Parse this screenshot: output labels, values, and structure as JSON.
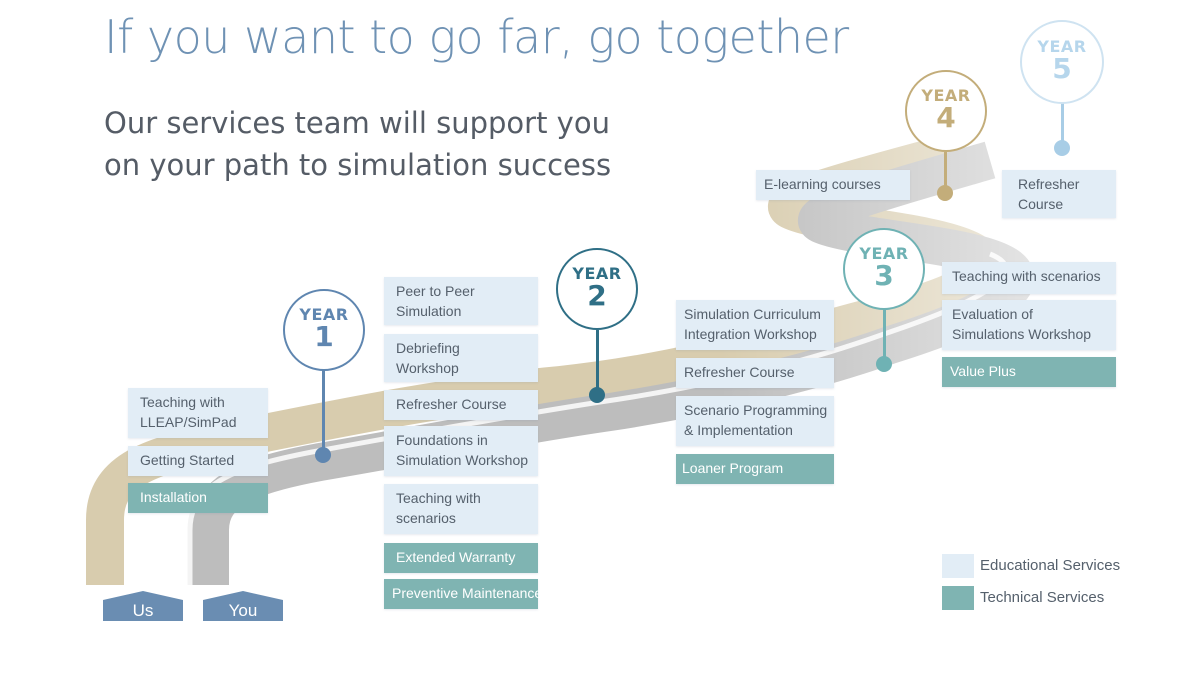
{
  "title": "If you want to go far, go together",
  "subtitle": [
    "Our services team will support you",
    "on your path to simulation success"
  ],
  "colors": {
    "title": "#6f92b4",
    "educational": "#e2edf6",
    "technical": "#7fb4b2",
    "road_us": "#d8ccae",
    "road_you": "#b9b9b9",
    "year1": "#5f86b0",
    "year2": "#2f6f86",
    "year3": "#6fb2b4",
    "year4": "#c3ad7a",
    "year5": "#a8cde6"
  },
  "markers": [
    {
      "year_label": "YEAR",
      "number": "1"
    },
    {
      "year_label": "YEAR",
      "number": "2"
    },
    {
      "year_label": "YEAR",
      "number": "3"
    },
    {
      "year_label": "YEAR",
      "number": "4"
    },
    {
      "year_label": "YEAR",
      "number": "5"
    }
  ],
  "stages": {
    "year1": [
      {
        "lines": [
          "Teaching with",
          "LLEAP/SimPad"
        ],
        "kind": "educational"
      },
      {
        "lines": [
          "Getting Started"
        ],
        "kind": "educational"
      },
      {
        "lines": [
          "Installation"
        ],
        "kind": "technical"
      }
    ],
    "year2": [
      {
        "lines": [
          "Peer to Peer",
          "Simulation"
        ],
        "kind": "educational"
      },
      {
        "lines": [
          "Debriefing",
          "Workshop"
        ],
        "kind": "educational"
      },
      {
        "lines": [
          "Refresher Course"
        ],
        "kind": "educational"
      },
      {
        "lines": [
          "Foundations in",
          "Simulation Workshop"
        ],
        "kind": "educational"
      },
      {
        "lines": [
          "Teaching with",
          "scenarios"
        ],
        "kind": "educational"
      },
      {
        "lines": [
          "Extended Warranty"
        ],
        "kind": "technical"
      },
      {
        "lines": [
          "Preventive Maintenance"
        ],
        "kind": "technical"
      }
    ],
    "year2b": [
      {
        "lines": [
          "Simulation Curriculum",
          "Integration Workshop"
        ],
        "kind": "educational"
      },
      {
        "lines": [
          "Refresher Course"
        ],
        "kind": "educational"
      },
      {
        "lines": [
          "Scenario Programming",
          "& Implementation"
        ],
        "kind": "educational"
      },
      {
        "lines": [
          "Loaner Program"
        ],
        "kind": "technical"
      }
    ],
    "year3": [
      {
        "lines": [
          "Teaching with scenarios"
        ],
        "kind": "educational"
      },
      {
        "lines": [
          "Evaluation of",
          "Simulations Workshop"
        ],
        "kind": "educational"
      },
      {
        "lines": [
          "Value Plus"
        ],
        "kind": "technical"
      }
    ],
    "year4": [
      {
        "lines": [
          "E-learning courses"
        ],
        "kind": "educational"
      }
    ],
    "year5": [
      {
        "lines": [
          "Refresher",
          "Course"
        ],
        "kind": "educational"
      }
    ]
  },
  "legend": [
    {
      "label": "Educational Services",
      "kind": "educational"
    },
    {
      "label": "Technical Services",
      "kind": "technical"
    }
  ],
  "road_tags": [
    "Us",
    "You"
  ]
}
